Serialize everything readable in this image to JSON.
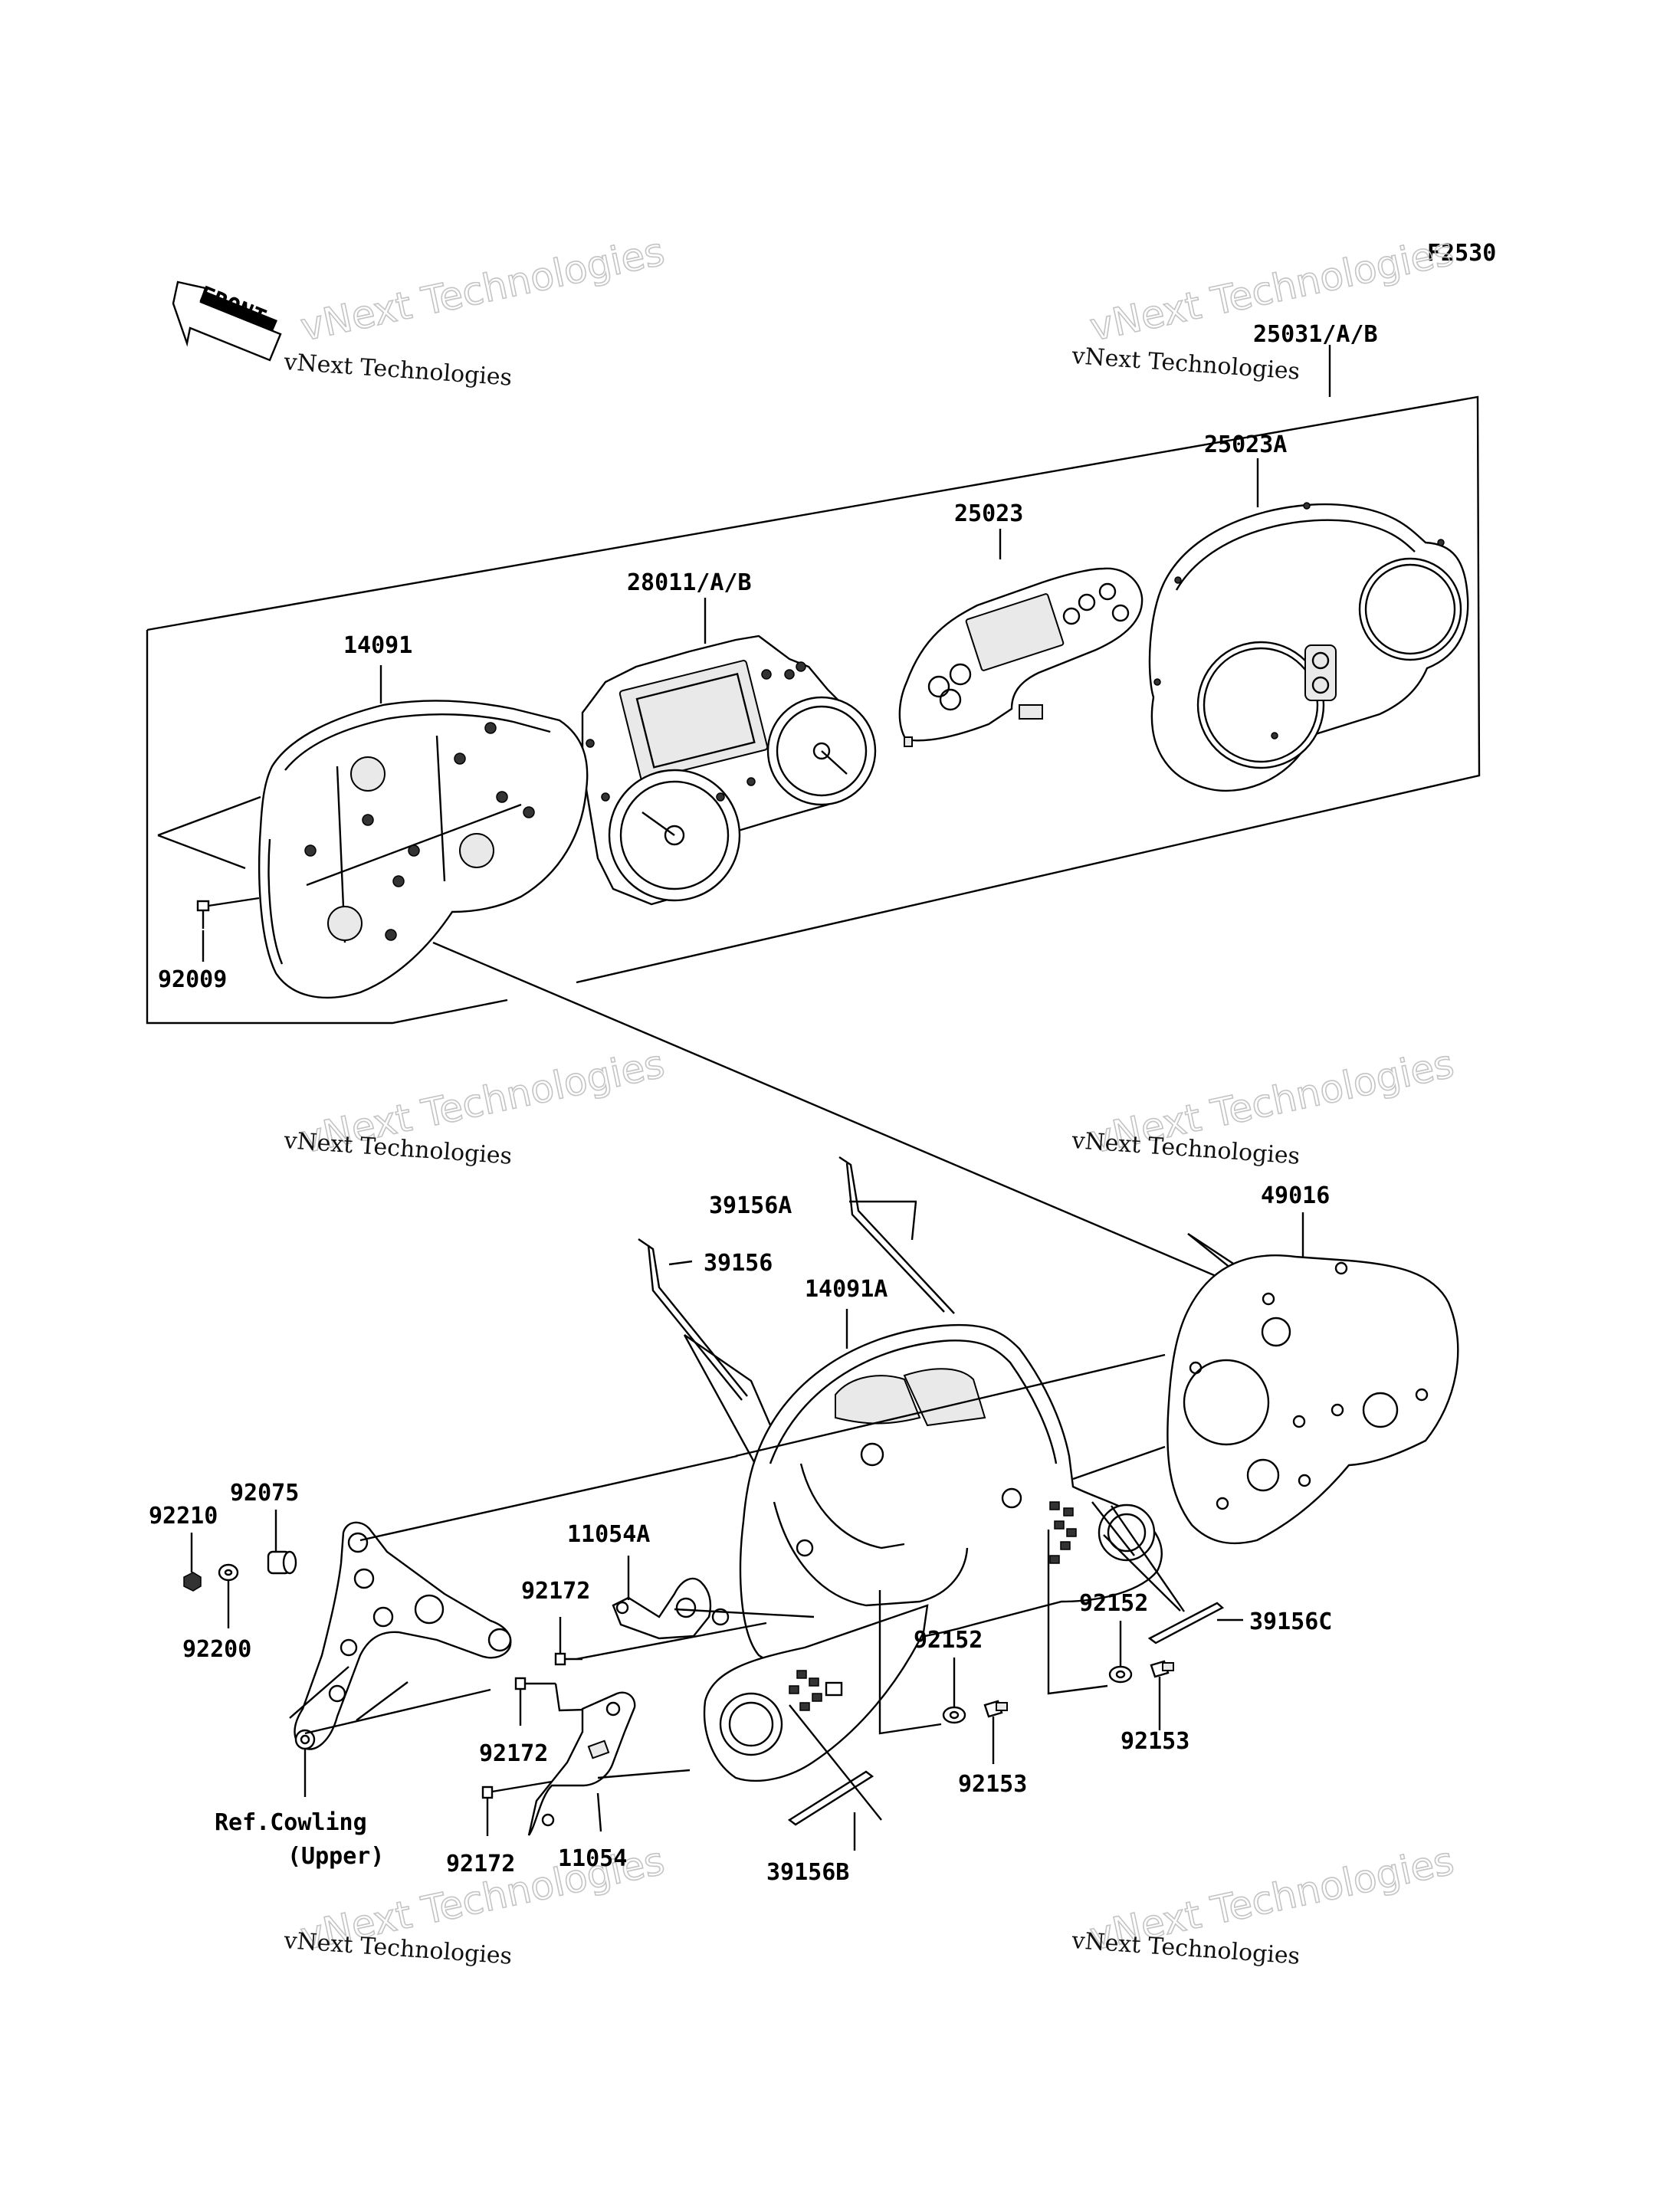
{
  "figure_code": "F2530",
  "front_label": "FRONT",
  "watermark": {
    "line1": "vNext Technologies",
    "line2": "vNext Technologies"
  },
  "parts": {
    "p25031": "25031/A/B",
    "p25023A": "25023A",
    "p25023": "25023",
    "p28011": "28011/A/B",
    "p14091": "14091",
    "p92009": "92009",
    "p39156A": "39156A",
    "p49016": "49016",
    "p39156": "39156",
    "p14091A": "14091A",
    "p92075": "92075",
    "p92210": "92210",
    "p92200": "92200",
    "p11054A": "11054A",
    "p92172a": "92172",
    "p92172b": "92172",
    "p92172c": "92172",
    "p11054": "11054",
    "p92152a": "92152",
    "p92152b": "92152",
    "p92153a": "92153",
    "p92153b": "92153",
    "p39156C": "39156C",
    "p39156B": "39156B"
  },
  "ref_note": {
    "line1": "Ref.Cowling",
    "line2": "(Upper)"
  }
}
